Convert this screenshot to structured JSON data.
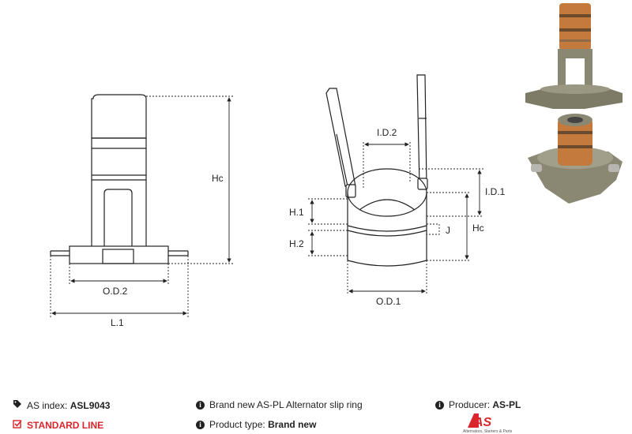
{
  "diagram": {
    "left_labels": {
      "hc": "Hc",
      "od2": "O.D.2",
      "l1": "L.1"
    },
    "right_labels": {
      "id2": "I.D.2",
      "id1": "I.D.1",
      "h1": "H.1",
      "h2": "H.2",
      "j": "J",
      "hc": "Hc",
      "od1": "O.D.1"
    }
  },
  "info": {
    "as_index_label": "AS index:",
    "as_index_value": "ASL9043",
    "line": "STANDARD LINE",
    "description": "Brand new AS-PL Alternator slip ring",
    "product_type_label": "Product type:",
    "product_type_value": "Brand new",
    "producer_label": "Producer:",
    "producer_value": "AS-PL",
    "logo_text": "AS",
    "logo_tagline": "Alternators, Starters & Parts"
  },
  "colors": {
    "accent": "#d9252b",
    "photo_body": "#8a8773",
    "copper": "#c47a3c"
  },
  "icons": [
    "tag-icon",
    "check-square-icon",
    "info-icon"
  ]
}
